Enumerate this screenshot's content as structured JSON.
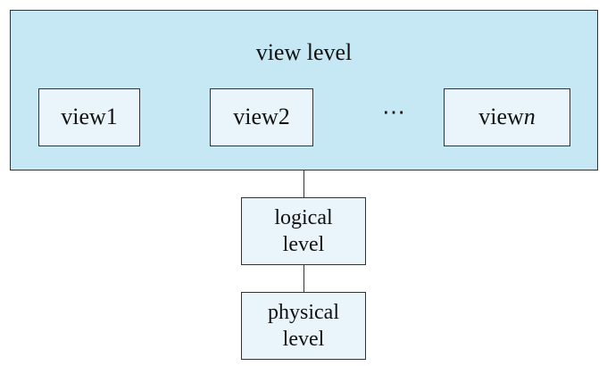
{
  "diagram": {
    "view_level": {
      "title": "view level",
      "views": [
        {
          "prefix": "view ",
          "suffix": "1"
        },
        {
          "prefix": "view ",
          "suffix": "2"
        },
        {
          "prefix": "view ",
          "suffix": "n"
        }
      ],
      "ellipsis": "⋯"
    },
    "logical_level": {
      "line1": "logical",
      "line2": "level"
    },
    "physical_level": {
      "line1": "physical",
      "line2": "level"
    },
    "colors": {
      "view_level_fill": "#c6e8f5",
      "inner_box_fill": "#e9f5fb",
      "stroke": "#333333"
    }
  }
}
